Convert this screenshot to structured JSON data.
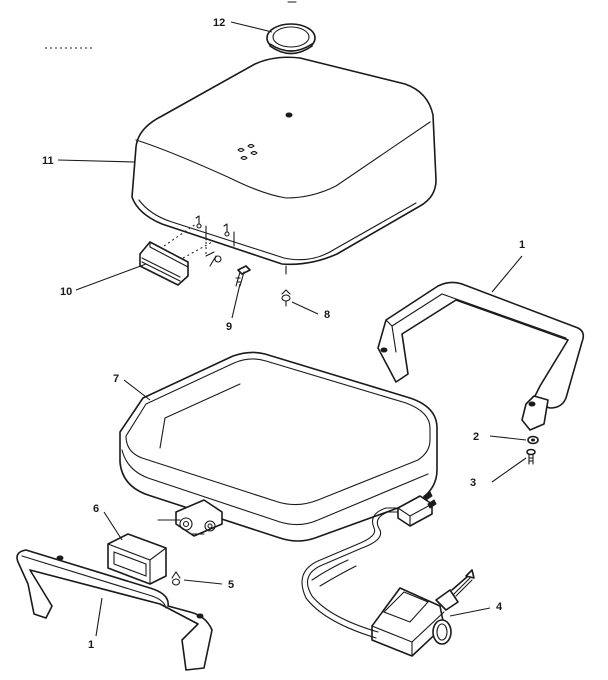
{
  "callouts": {
    "c12": "12",
    "c11": "11",
    "c10": "10",
    "c9": "9",
    "c8": "8",
    "c7": "7",
    "c6": "6",
    "c5": "5",
    "c4": "4",
    "c3": "3",
    "c2": "2",
    "c1a": "1",
    "c1b": "1"
  }
}
